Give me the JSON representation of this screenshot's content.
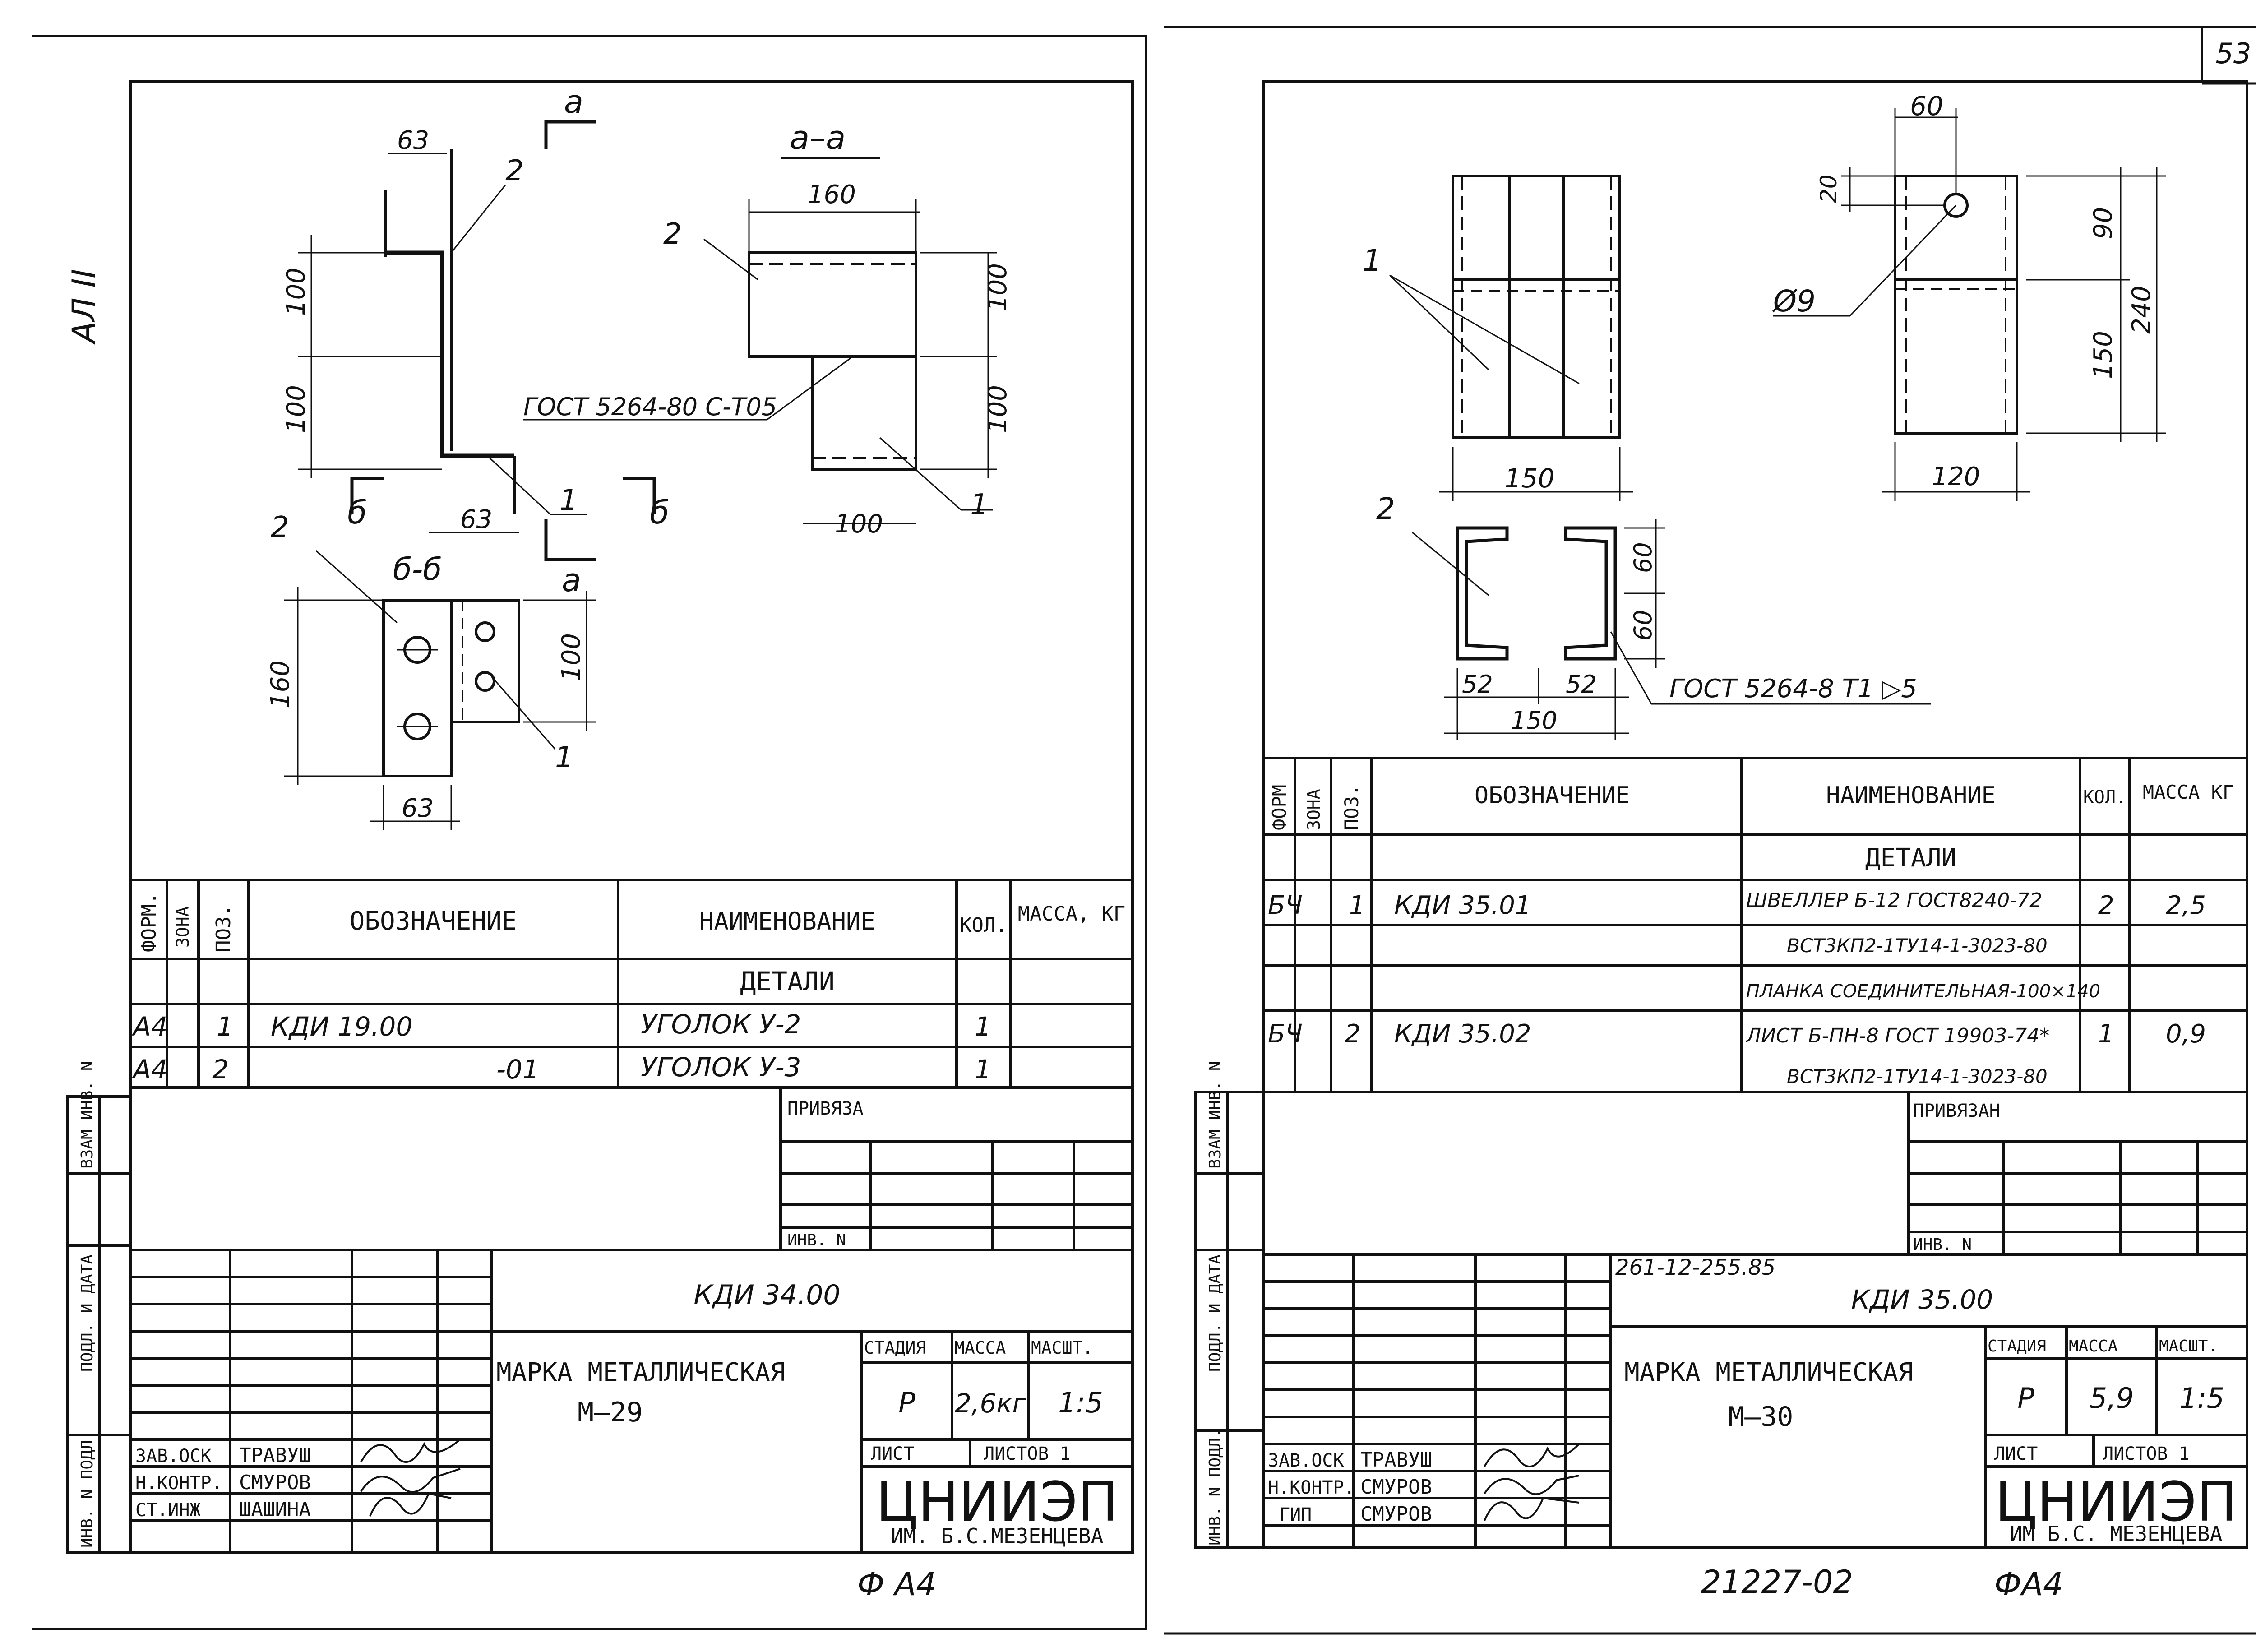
{
  "page_number": "53",
  "margin_note": "АЛ II",
  "bottom_codes": {
    "sheet": "21227-02",
    "format_left": "Ф А4",
    "format_right": "ФА4"
  },
  "left": {
    "drawing": {
      "section_label": "а",
      "section_aa": "а–а",
      "section_bb": "б-б",
      "section_b": "б",
      "dim_63": "63",
      "dim_100": "100",
      "dim_160": "160",
      "pos_1": "1",
      "pos_2": "2",
      "weld_note": "ГОСТ 5264-80 С-Т05"
    },
    "spec": {
      "headers": {
        "form": "ФОРМ.",
        "zone": "ЗОНА",
        "pos": "ПОЗ.",
        "designation": "ОБОЗНАЧЕНИЕ",
        "name": "НАИМЕНОВАНИЕ",
        "qty": "КОЛ.",
        "mass": "МАССА, КГ"
      },
      "section": "ДЕТАЛИ",
      "rows": [
        {
          "form": "А4",
          "pos": "1",
          "designation": "КДИ 19.00",
          "name": "УГОЛОК У-2",
          "qty": "1",
          "mass": ""
        },
        {
          "form": "А4",
          "pos": "2",
          "designation": "-01",
          "name": "УГОЛОК У-3",
          "qty": "1",
          "mass": ""
        }
      ]
    },
    "privyazan": "ПРИВЯЗА",
    "inv_n": "ИНВ. N",
    "side_labels": [
      "ВЗАМ ИНВ. N",
      "ПОДЛ. И ДАТА",
      "ИНВ. N ПОДЛ."
    ],
    "title_block": {
      "code": "КДИ 34.00",
      "title": "МАРКА МЕТАЛЛИЧЕСКАЯ",
      "subtitle": "М–29",
      "stage_h": "СТАДИЯ",
      "mass_h": "МАССА",
      "scale_h": "МАСШТ.",
      "stage": "Р",
      "mass": "2,6кг",
      "scale": "1:5",
      "sheet_h": "ЛИСТ",
      "sheets_h": "ЛИСТОВ 1",
      "org": "ЦНИИЭП",
      "org_sub": "ИМ. Б.С.МЕЗЕНЦЕВА",
      "people": [
        {
          "role": "ЗАВ.ОСК",
          "name": "ТРАВУШ"
        },
        {
          "role": "Н.КОНТР.",
          "name": "СМУРОВ"
        },
        {
          "role": "СТ.ИНЖ",
          "name": "ШАШИНА"
        }
      ]
    }
  },
  "right": {
    "drawing": {
      "dim_60": "60",
      "dim_20": "20",
      "dim_90": "90",
      "dim_150": "150",
      "dim_240": "240",
      "dim_120": "120",
      "dim_52": "52",
      "hole": "Ø9",
      "pos_1": "1",
      "pos_2": "2",
      "weld_note": "ГОСТ 5264-8 Т1 ▷5"
    },
    "spec": {
      "headers": {
        "form": "ФОРМ",
        "zone": "ЗОНА",
        "pos": "ПОЗ.",
        "designation": "ОБОЗНАЧЕНИЕ",
        "name": "НАИМЕНОВАНИЕ",
        "qty": "КОЛ.",
        "mass": "МАССА КГ"
      },
      "section": "ДЕТАЛИ",
      "rows": [
        {
          "form": "БЧ",
          "pos": "1",
          "designation": "КДИ 35.01",
          "name1": "ШВЕЛЛЕР Б-12 ГОСТ8240-72",
          "name2": "ВСТ3КП2-1ТУ14-1-3023-80",
          "qty": "2",
          "mass": "2,5"
        },
        {
          "form": "",
          "pos": "",
          "designation": "",
          "name1": "ПЛАНКА СОЕДИНИТЕЛЬНАЯ-100×140",
          "name2": "",
          "qty": "",
          "mass": ""
        },
        {
          "form": "БЧ",
          "pos": "2",
          "designation": "КДИ 35.02",
          "name1": "ЛИСТ Б-ПН-8 ГОСТ 19903-74*",
          "name2": "ВСТ3КП2-1ТУ14-1-3023-80",
          "qty": "1",
          "mass": "0,9"
        }
      ]
    },
    "privyazan": "ПРИВЯЗАН",
    "inv_n": "ИНВ. N",
    "side_labels": [
      "ВЗАМ ИНВ. N",
      "ПОДЛ. И ДАТА",
      "ИНВ. N ПОДЛ."
    ],
    "title_block": {
      "project": "261-12-255.85",
      "code": "КДИ 35.00",
      "title": "МАРКА МЕТАЛЛИЧЕСКАЯ",
      "subtitle": "М–30",
      "stage_h": "СТАДИЯ",
      "mass_h": "МАССА",
      "scale_h": "МАСШТ.",
      "stage": "Р",
      "mass": "5,9",
      "scale": "1:5",
      "sheet_h": "ЛИСТ",
      "sheets_h": "ЛИСТОВ 1",
      "org": "ЦНИИЭП",
      "org_sub": "ИМ Б.С. МЕЗЕНЦЕВА",
      "people": [
        {
          "role": "ЗАВ.ОСК",
          "name": "ТРАВУШ"
        },
        {
          "role": "Н.КОНТР.",
          "name": "СМУРОВ"
        },
        {
          "role": "ГИП",
          "name": "СМУРОВ"
        }
      ]
    }
  }
}
